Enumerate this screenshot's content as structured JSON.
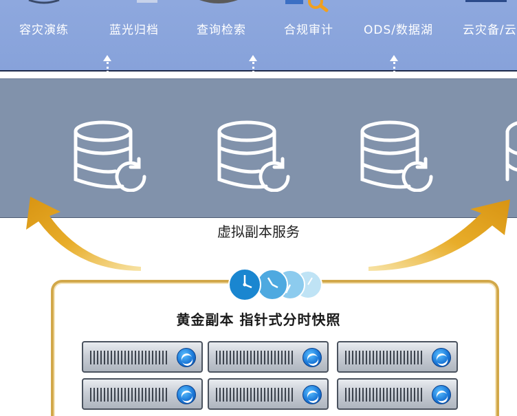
{
  "apps": [
    {
      "id": "dr-drill",
      "label": "容灾演练",
      "icon": "drill-icon"
    },
    {
      "id": "bluray-archive",
      "label": "蓝光归档",
      "icon": "disc-archive-icon"
    },
    {
      "id": "query-search",
      "label": "查询检索",
      "icon": "search-icon"
    },
    {
      "id": "compliance-audit",
      "label": "合规审计",
      "icon": "magnifier-audit-icon"
    },
    {
      "id": "ods-datalake",
      "label": "ODS/数据湖",
      "icon": "datalake-icon"
    },
    {
      "id": "dr-backup",
      "label": "云灾备/云",
      "icon": "cloud-backup-icon"
    }
  ],
  "replica_service": {
    "label": "虚拟副本服务",
    "icon": "database-refresh-icon"
  },
  "golden_copy": {
    "title": "黄金副本 指针式分时快照",
    "clock_icon": "clock-icon",
    "server_icon": "server-rack-icon"
  },
  "colors": {
    "top_band": "#8ea8de",
    "mid_band": "#8192ab",
    "gold": "#e0a21b",
    "clock_blue": "#1a86d0"
  }
}
